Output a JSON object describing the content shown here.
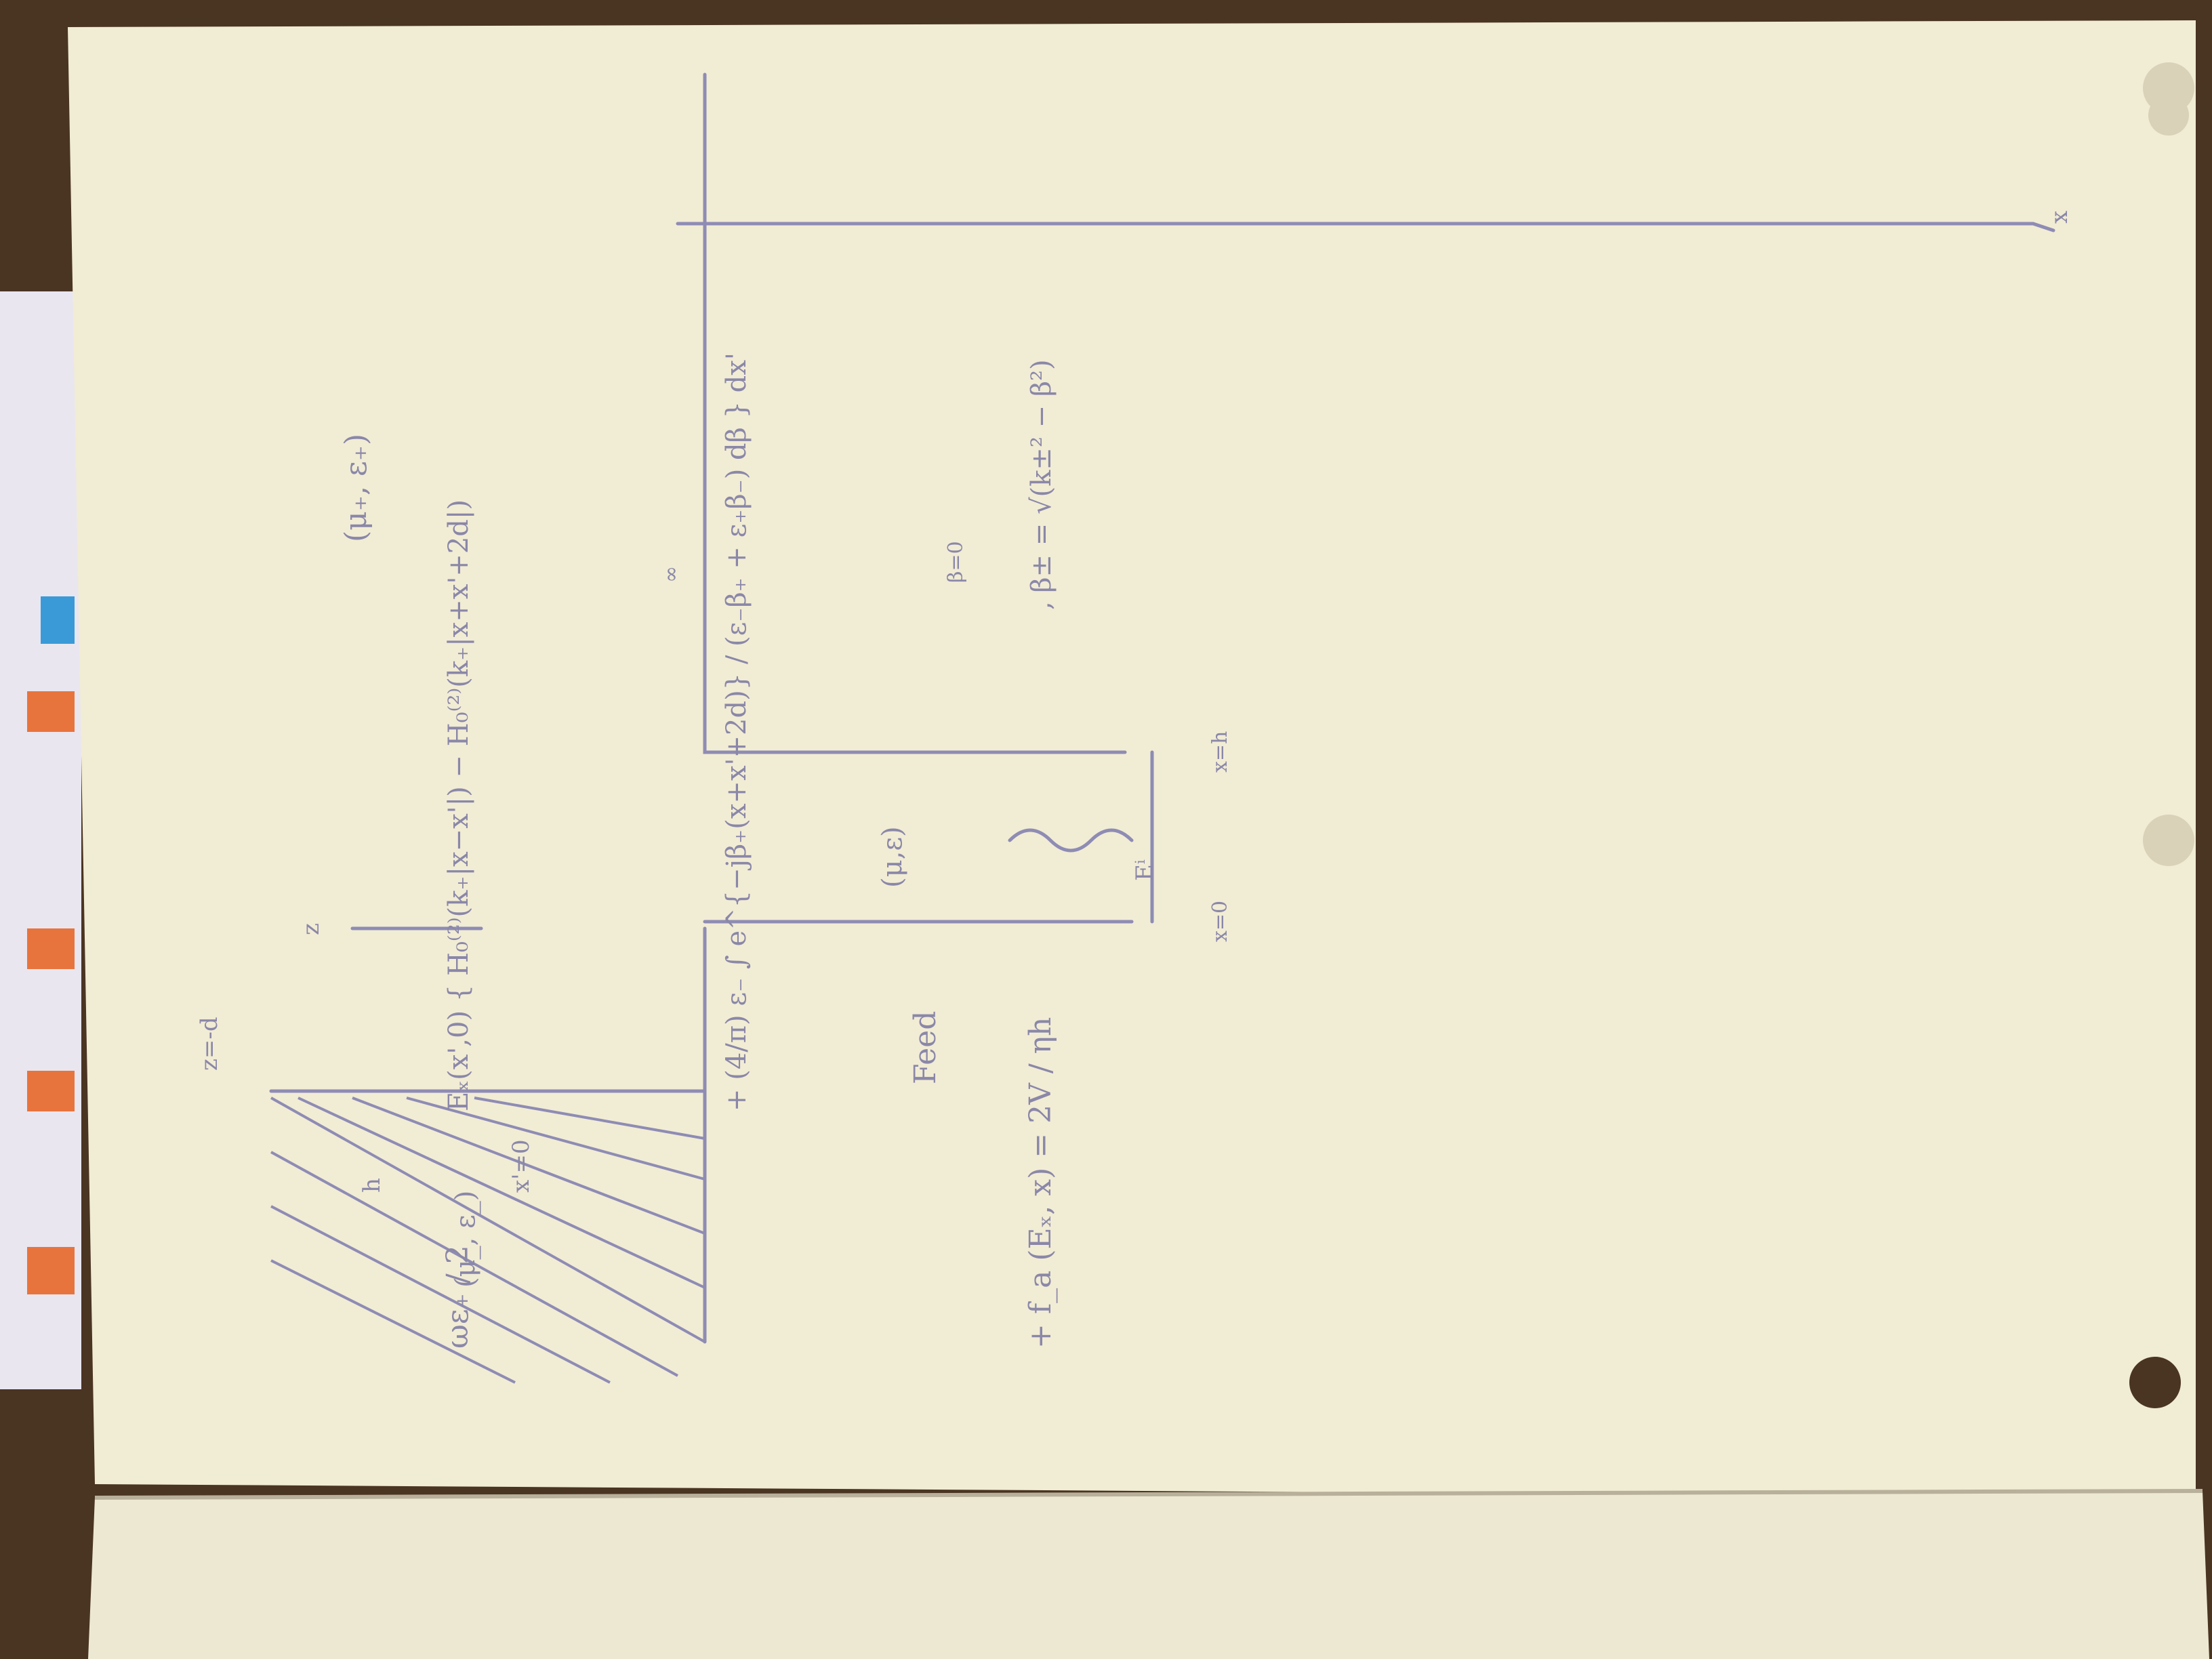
{
  "notes": {
    "label_z_minus_d": "z=-d",
    "label_z_axis": "z",
    "label_x_axis": "x",
    "label_dielectric_below": "(μ_, ε_)",
    "label_feed": "Feed",
    "label_gap_medium": "(μ,ε)",
    "label_incident_field": "Eⁱ",
    "label_x0": "x=0",
    "label_xh": "x=h",
    "label_upper_medium": "(μ₊, ε₊)",
    "eq1_coeff": "ωε₊ / 2",
    "eq1_lower": "x'=0",
    "eq1_upper": "h",
    "eq1_body": "Eₓ(x',0) { H₀⁽²⁾(k₊|x−x'|) − H₀⁽²⁾(k₊|x+x'+2d|)",
    "eq2_body": "+ (4/π) ε₋ ∫ e^{−jβ₊(x+x'+2d)} / (ε₋β₊ + ε₊β₋) dβ } dx'",
    "eq2_lower": "β=0",
    "eq2_upper": "∞",
    "eq3_body": "+ f_a (Eₓ, x) = 2V / ηh",
    "eq3_beta": ", β± = √(k±² − β²)"
  }
}
